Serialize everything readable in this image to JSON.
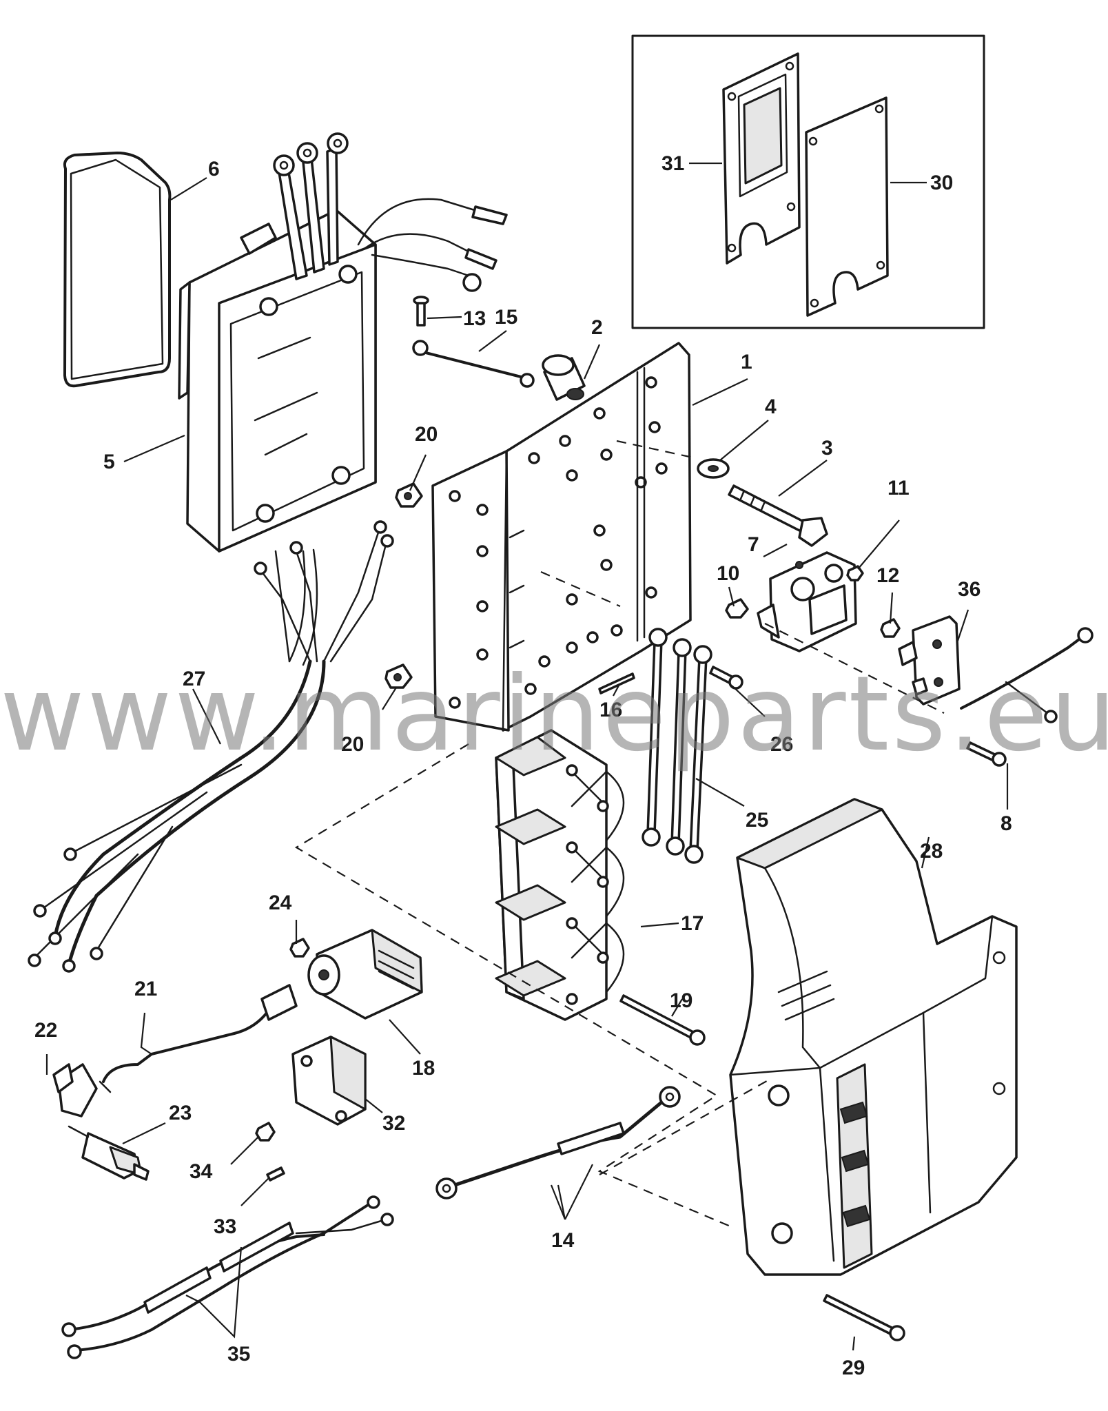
{
  "callouts": [
    "1",
    "2",
    "3",
    "4",
    "5",
    "6",
    "7",
    "8",
    "10",
    "11",
    "12",
    "13",
    "14",
    "15",
    "16",
    "17",
    "18",
    "19",
    "20",
    "20",
    "21",
    "22",
    "23",
    "24",
    "25",
    "26",
    "27",
    "28",
    "29",
    "30",
    "31",
    "32",
    "33",
    "34",
    "35",
    "36"
  ],
  "watermark": "www.marineparts.eu"
}
